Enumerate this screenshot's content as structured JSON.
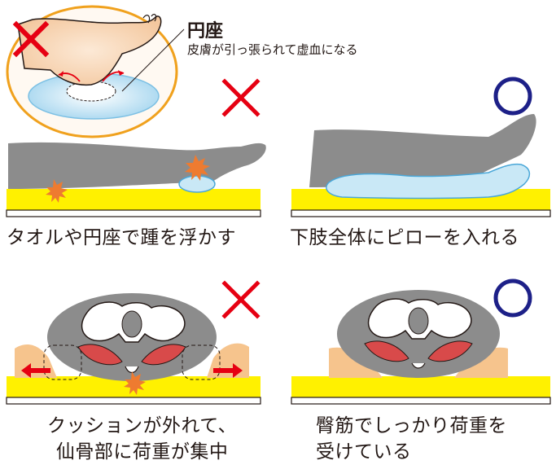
{
  "callout": {
    "title": "円座",
    "description": "皮膚が引っ張られて虚血になる"
  },
  "panels": {
    "leg_bad": {
      "caption": "タオルや円座で踵を浮かす",
      "verdict": "×"
    },
    "leg_good": {
      "caption": "下肢全体にピローを入れる",
      "verdict": "○"
    },
    "pelvis_bad": {
      "caption_line1": "クッションが外れて、",
      "caption_line2": "仙骨部に荷重が集中",
      "verdict": "×"
    },
    "pelvis_good": {
      "caption_line1": "臀筋でしっかり荷重を",
      "caption_line2": "受けている",
      "verdict": "○"
    }
  },
  "colors": {
    "cross": "#e60012",
    "circle": "#1d2088",
    "mattress": "#fff100",
    "body": "#8c8c8c",
    "pillow": "#a0d8ef",
    "cushion": "#f6c48d",
    "muscle": "#d84a4a",
    "callout_ring": "#f0a11d",
    "pressure_burst": "#ee7b30"
  }
}
